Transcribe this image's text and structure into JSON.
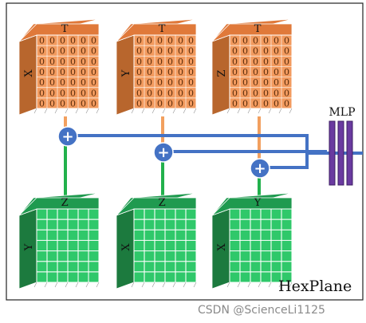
{
  "title": "HexPlane",
  "mlp_label": "MLP",
  "watermark": "CSDN @ScienceLi1125",
  "plus_symbol": "+",
  "cell_value": "0",
  "colors": {
    "orange_front": "#f29a5e",
    "orange_top": "#e0793a",
    "orange_side": "#b8662d",
    "green_front": "#2fc86a",
    "green_top": "#1f9a4f",
    "green_side": "#1c7a3e",
    "line_blue": "#4472c4",
    "line_orange": "#f2a05f",
    "line_green": "#22b14c",
    "mlp_purple": "#6a3aa0",
    "plus_fill": "#4472c4"
  },
  "top_planes": [
    {
      "top_label": "T",
      "side_label": "X"
    },
    {
      "top_label": "T",
      "side_label": "Y"
    },
    {
      "top_label": "T",
      "side_label": "Z"
    }
  ],
  "bottom_planes": [
    {
      "top_label": "Z",
      "side_label": "Y"
    },
    {
      "top_label": "Z",
      "side_label": "X"
    },
    {
      "top_label": "Y",
      "side_label": "X"
    }
  ]
}
